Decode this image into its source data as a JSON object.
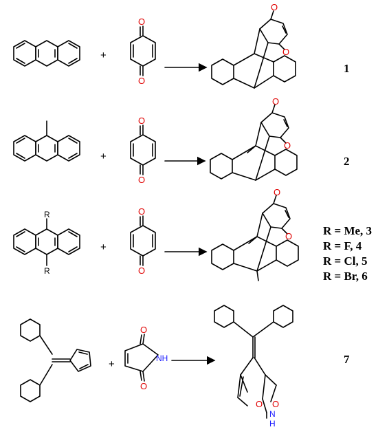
{
  "reactions": [
    {
      "plus": "+",
      "number": "1"
    },
    {
      "plus": "+",
      "number": "2"
    },
    {
      "plus": "+",
      "number": "R = Me, 3",
      "number_lines": [
        "R = Me, 3",
        "R = F,    4",
        "R = Cl,  5",
        "R = Br,  6"
      ],
      "substituent": "R"
    },
    {
      "plus": "+",
      "number": "7"
    }
  ],
  "atoms": {
    "oxygen": "O",
    "nh": "NH",
    "n": "N",
    "h": "H"
  },
  "colors": {
    "bond": "#000000",
    "oxygen": "#e00000",
    "nitrogen": "#1a1aff"
  }
}
